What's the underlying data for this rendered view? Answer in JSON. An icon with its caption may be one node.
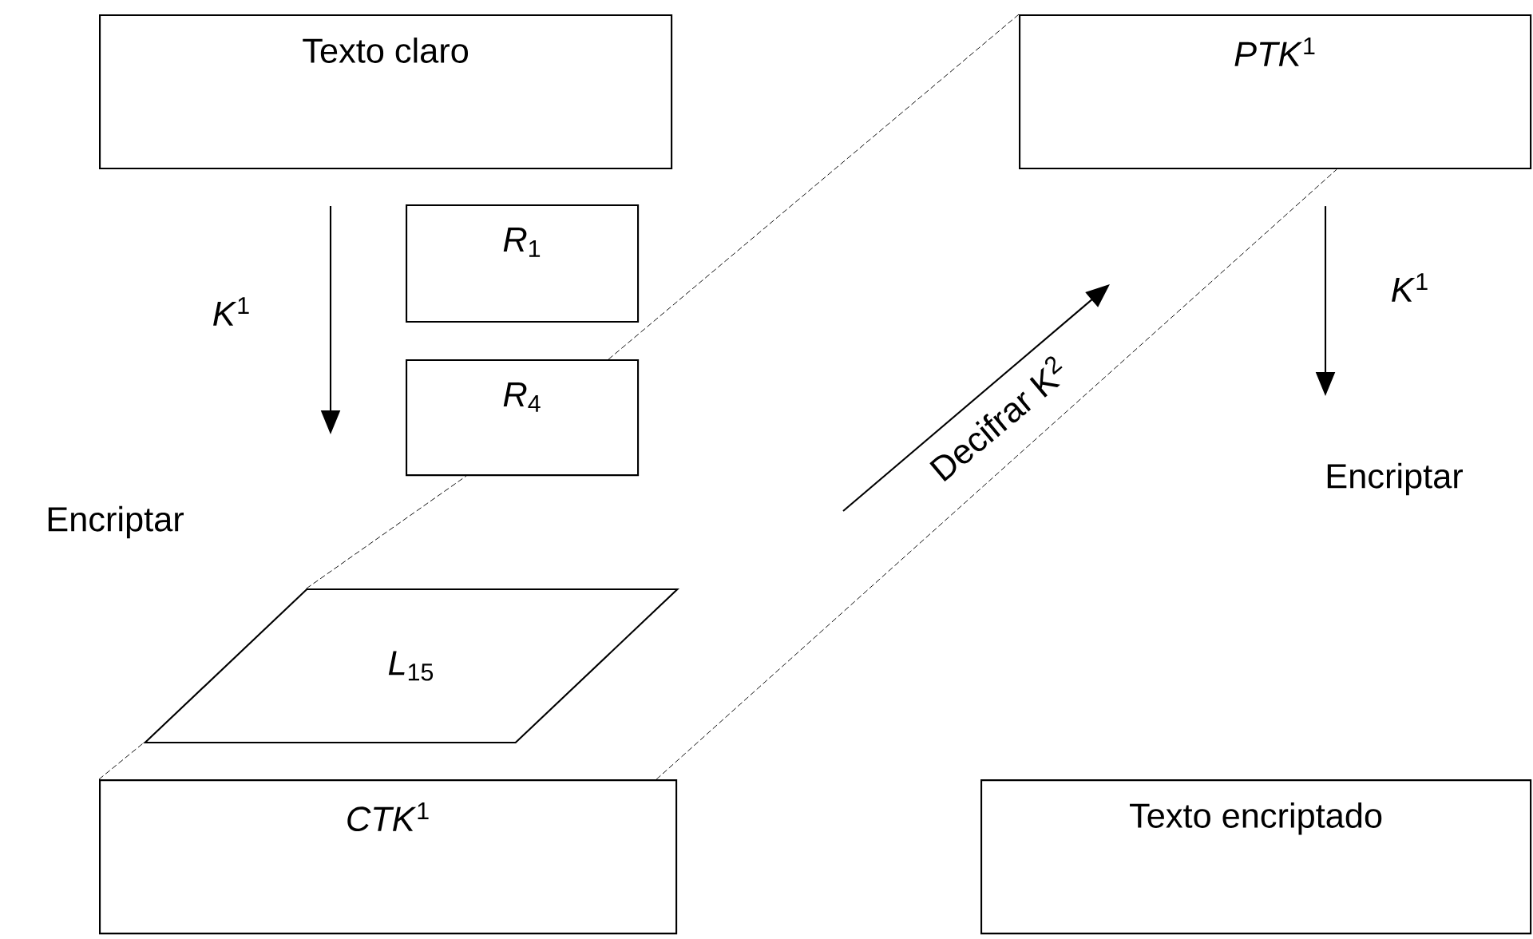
{
  "diagram": {
    "nodes": [
      {
        "text": [
          "Texto claro"
        ]
      },
      {
        "text": [
          "*PTK*$^{1}$"
        ]
      },
      {
        "text": [
          "*R*$_{1}$"
        ]
      },
      {
        "text": [
          "*R*$_{4}$"
        ]
      },
      {
        "text": [
          "*L*$_{15}$"
        ]
      },
      {
        "text": [
          "*CTK*$^{1}$"
        ]
      },
      {
        "text": [
          "Texto encriptado"
        ]
      }
    ],
    "edges": [
      {
        "from": 0,
        "to": null,
        "arrow": "to"
      },
      {
        "from": 1,
        "to": null,
        "arrow": "to"
      },
      {
        "from": 5,
        "to": 4,
        "arrow": "none",
        "style": "dashed"
      },
      {
        "from": 4,
        "to": 3,
        "arrow": "none",
        "style": "dashed"
      },
      {
        "from": 3,
        "to": 1,
        "arrow": "none",
        "style": "dashed"
      },
      {
        "from": 5,
        "to": 1,
        "arrow": "none",
        "style": "dashed"
      }
    ],
    "labels": [
      "*K*$^{1}$",
      "Encriptar",
      "Decifrar K$^{2}$",
      "*K*$^{1}$",
      "Encriptar"
    ]
  }
}
